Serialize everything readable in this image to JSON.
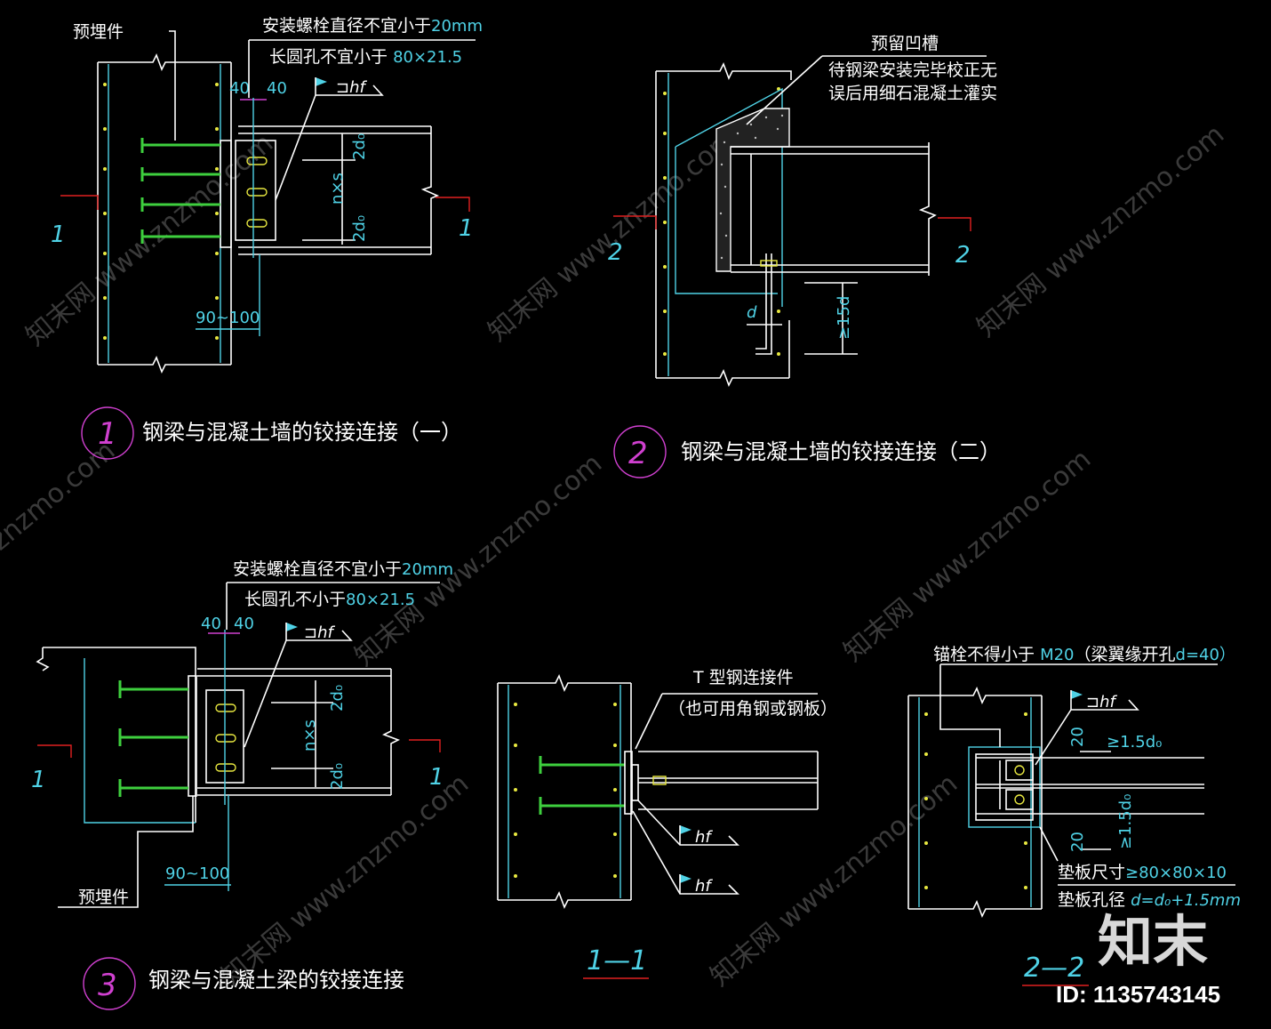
{
  "detail1": {
    "embed_label": "预埋件",
    "note_line1": "安装螺栓直径不宜小于",
    "note_line1_value": "20mm",
    "note_line2": "长圆孔不宜小于",
    "note_line2_value": "80×21.5",
    "dim_40a": "40",
    "dim_40b": "40",
    "weld_symbol": "hf",
    "dim_2d0_top": "2d₀",
    "dim_nxs": "n×s",
    "dim_2d0_bot": "2d₀",
    "dim_90_100": "90~100",
    "cut_left": "1",
    "cut_right": "1",
    "title_num": "1",
    "title": "钢梁与混凝土墙的铰接连接（一）"
  },
  "detail2": {
    "note_line1": "预留凹槽",
    "note_line2": "待钢梁安装完毕校正无",
    "note_line3": "误后用细石混凝土灌实",
    "dim_d": "d",
    "dim_15d": "≥15d",
    "cut_left": "2",
    "cut_right": "2",
    "title_num": "2",
    "title": "钢梁与混凝土墙的铰接连接（二）"
  },
  "detail3": {
    "note_line1": "安装螺栓直径不宜小于",
    "note_line1_value": "20mm",
    "note_line2": "长圆孔不小于",
    "note_line2_value": "80×21.5",
    "dim_40a": "40",
    "dim_40b": "40",
    "weld_symbol": "hf",
    "dim_2d0_top": "2d₀",
    "dim_nxs": "n×s",
    "dim_2d0_bot": "2d₀",
    "dim_90_100": "90~100",
    "embed_label": "预埋件",
    "cut_left": "1",
    "cut_right": "1",
    "title_num": "3",
    "title": "钢梁与混凝土梁的铰接连接"
  },
  "section11": {
    "note_line1": "T 型钢连接件",
    "note_line2": "（也可用角钢或钢板）",
    "weld_symbol_a": "hf",
    "weld_symbol_b": "hf",
    "title": "1—1"
  },
  "section22": {
    "note_line1": "锚栓不得小于",
    "note_line1_value": "M20",
    "note_line1_tail": "（梁翼缘开孔",
    "note_line1_value2": "d=40）",
    "weld_symbol": "hf",
    "dim_15d0_a": "≥1.5d₀",
    "dim_20a": "20",
    "dim_15d0_b": "≥1.5d₀",
    "dim_20b": "20",
    "plate_size_label": "垫板尺寸",
    "plate_size_value": "≥80×80×10",
    "plate_hole_label": "垫板孔径",
    "plate_hole_value": "d=d₀+1.5mm",
    "title": "2—2"
  },
  "watermark": {
    "logo": "知末",
    "id": "ID: 1135743145",
    "text_a": "知末网 www.znzmo.com",
    "text_b": "znzmo.com"
  },
  "colors": {
    "background": "#000000",
    "line_white": "#ffffff",
    "line_cyan": "#4fd2e6",
    "line_yellow": "#e8e840",
    "bolt_green": "#3ecf3e",
    "cut_red": "#e02020",
    "circle_magenta": "#d040d0"
  }
}
